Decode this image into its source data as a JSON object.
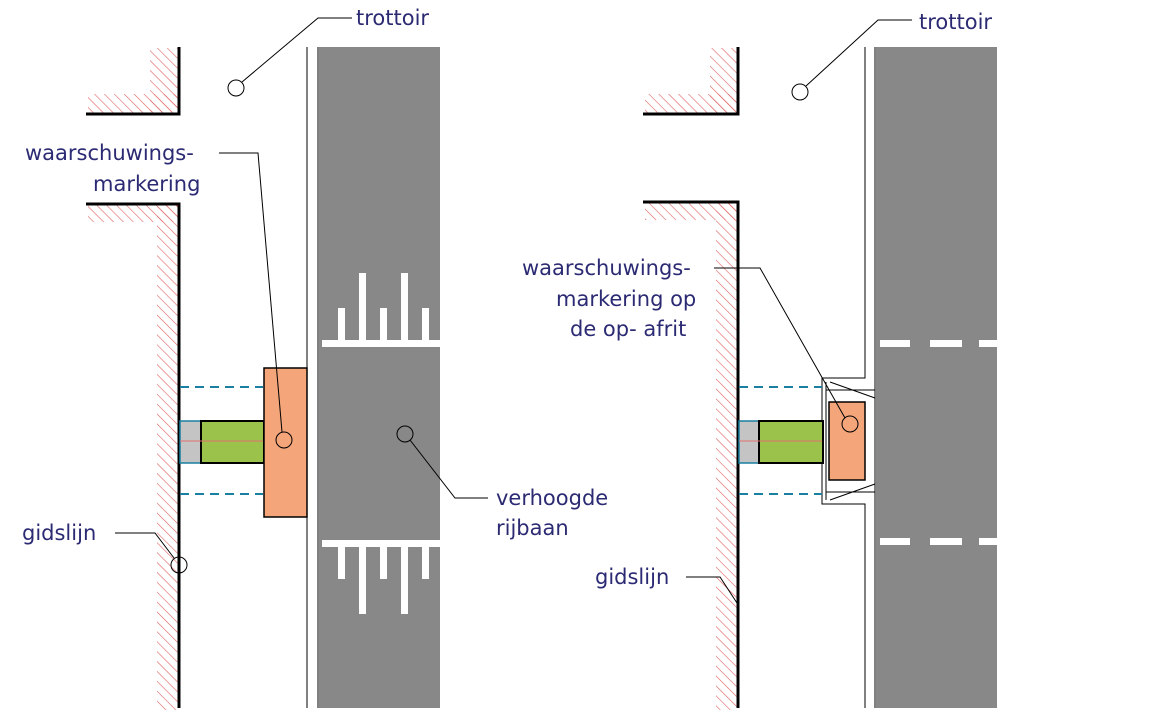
{
  "left_panel": {
    "label_trottoir": "trottoir",
    "label_warning_line1": "waarschuwings-",
    "label_warning_line2": "markering",
    "label_raised_line1": "verhoogde",
    "label_raised_line2": "rijbaan",
    "label_guideline": "gidslijn"
  },
  "right_panel": {
    "label_trottoir": "trottoir",
    "label_warning_line1": "waarschuwings-",
    "label_warning_line2": "markering op",
    "label_warning_line3": "de op- afrit",
    "label_guideline": "gidslijn"
  },
  "colors": {
    "warning_marking": "#f4a57a",
    "crossing_green": "#9bc24b",
    "crossing_grey": "#c4c4c4",
    "road": "#888888",
    "hatch": "#e06060",
    "label_text": "#2b2a73",
    "cyan_dash": "#1a7fa0"
  }
}
